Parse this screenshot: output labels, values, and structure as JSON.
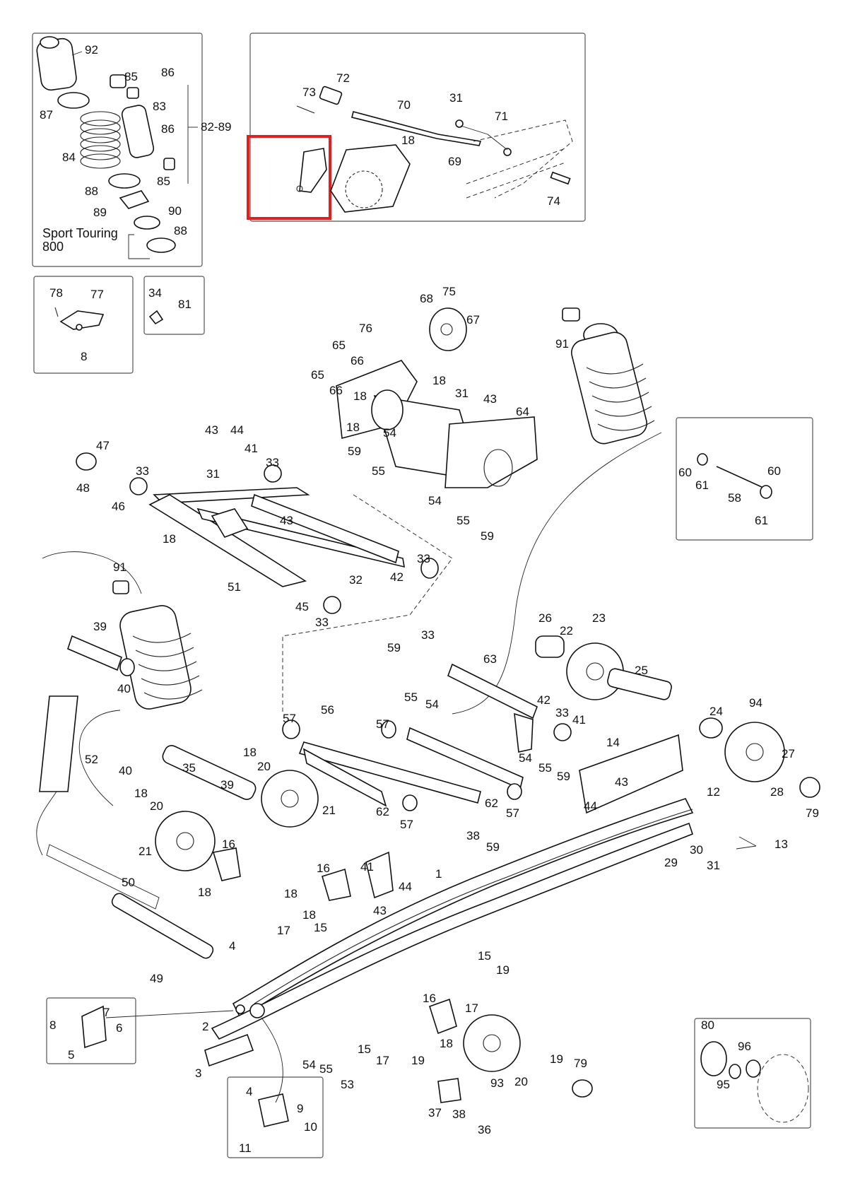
{
  "inset_caption": "Sport Touring\n800",
  "callouts": {
    "c92": "92",
    "c85a": "85",
    "c86a": "86",
    "c87": "87",
    "c83": "83",
    "c82_89": "82-89",
    "c86b": "86",
    "c84": "84",
    "c85b": "85",
    "c88a": "88",
    "c89": "89",
    "c90": "90",
    "c88b": "88",
    "c72": "72",
    "c73": "73",
    "c70": "70",
    "c31a": "31",
    "c71": "71",
    "c18a": "18",
    "c69": "69",
    "c74": "74",
    "c78": "78",
    "c77": "77",
    "c8a": "8",
    "c34": "34",
    "c81": "81",
    "c68": "68",
    "c75": "75",
    "c67": "67",
    "c76": "76",
    "c65a": "65",
    "c66a": "66",
    "c65b": "65",
    "c66b": "66",
    "c18b": "18",
    "c18c": "18",
    "c31b": "31",
    "c43a": "43",
    "c64": "64",
    "c18d": "18",
    "c54a": "54",
    "c59a": "59",
    "c55a": "55",
    "c54b": "54",
    "c55b": "55",
    "c59b": "59",
    "c91a": "91",
    "c60a": "60",
    "c61a": "61",
    "c58": "58",
    "c60b": "60",
    "c61b": "61",
    "c47": "47",
    "c48": "48",
    "c46": "46",
    "c33a": "33",
    "c43b": "43",
    "c44a": "44",
    "c41a": "41",
    "c33b": "33",
    "c31c": "31",
    "c43c": "43",
    "c18e": "18",
    "c51": "51",
    "c32": "32",
    "c42a": "42",
    "c33c": "33",
    "c45": "45",
    "c33d": "33",
    "c91b": "91",
    "c39a": "39",
    "c40a": "40",
    "c26": "26",
    "c22": "22",
    "c23": "23",
    "c25": "25",
    "c59c": "59",
    "c33e": "33",
    "c63": "63",
    "c55c": "55",
    "c54c": "54",
    "c42b": "42",
    "c33f": "33",
    "c41b": "41",
    "c24": "24",
    "c94": "94",
    "c57a": "57",
    "c56": "56",
    "c57b": "57",
    "c54d": "54",
    "c55d": "55",
    "c59d": "59",
    "c14": "14",
    "c43d": "43",
    "c27": "27",
    "c28": "28",
    "c79a": "79",
    "c44b": "44",
    "c52": "52",
    "c40b": "40",
    "c35": "35",
    "c18f": "18",
    "c20a": "20",
    "c39b": "39",
    "c21a": "21",
    "c18g": "18",
    "c20b": "20",
    "c21b": "21",
    "c62a": "62",
    "c57c": "57",
    "c62b": "62",
    "c57d": "57",
    "c38a": "38",
    "c59e": "59",
    "c12": "12",
    "c13": "13",
    "c29": "29",
    "c30": "30",
    "c31d": "31",
    "c16a": "16",
    "c18h": "18",
    "c50": "50",
    "c16b": "16",
    "c41c": "41",
    "c44c": "44",
    "c18i": "18",
    "c43e": "43",
    "c1": "1",
    "c17a": "17",
    "c18j": "18",
    "c15a": "15",
    "c49": "49",
    "c4a": "4",
    "c15b": "15",
    "c19a": "19",
    "c16c": "16",
    "c17b": "17",
    "c8b": "8",
    "c7": "7",
    "c6": "6",
    "c5": "5",
    "c2": "2",
    "c18k": "18",
    "c15c": "15",
    "c17c": "17",
    "c19b": "19",
    "c93": "93",
    "c20c": "20",
    "c19c": "19",
    "c79b": "79",
    "c3": "3",
    "c54e": "54",
    "c55e": "55",
    "c53": "53",
    "c4b": "4",
    "c9": "9",
    "c10": "10",
    "c11": "11",
    "c37": "37",
    "c38b": "38",
    "c36": "36",
    "c80": "80",
    "c96": "96",
    "c95": "95"
  },
  "highlight_color": "#e02020",
  "line_color": "#222222"
}
